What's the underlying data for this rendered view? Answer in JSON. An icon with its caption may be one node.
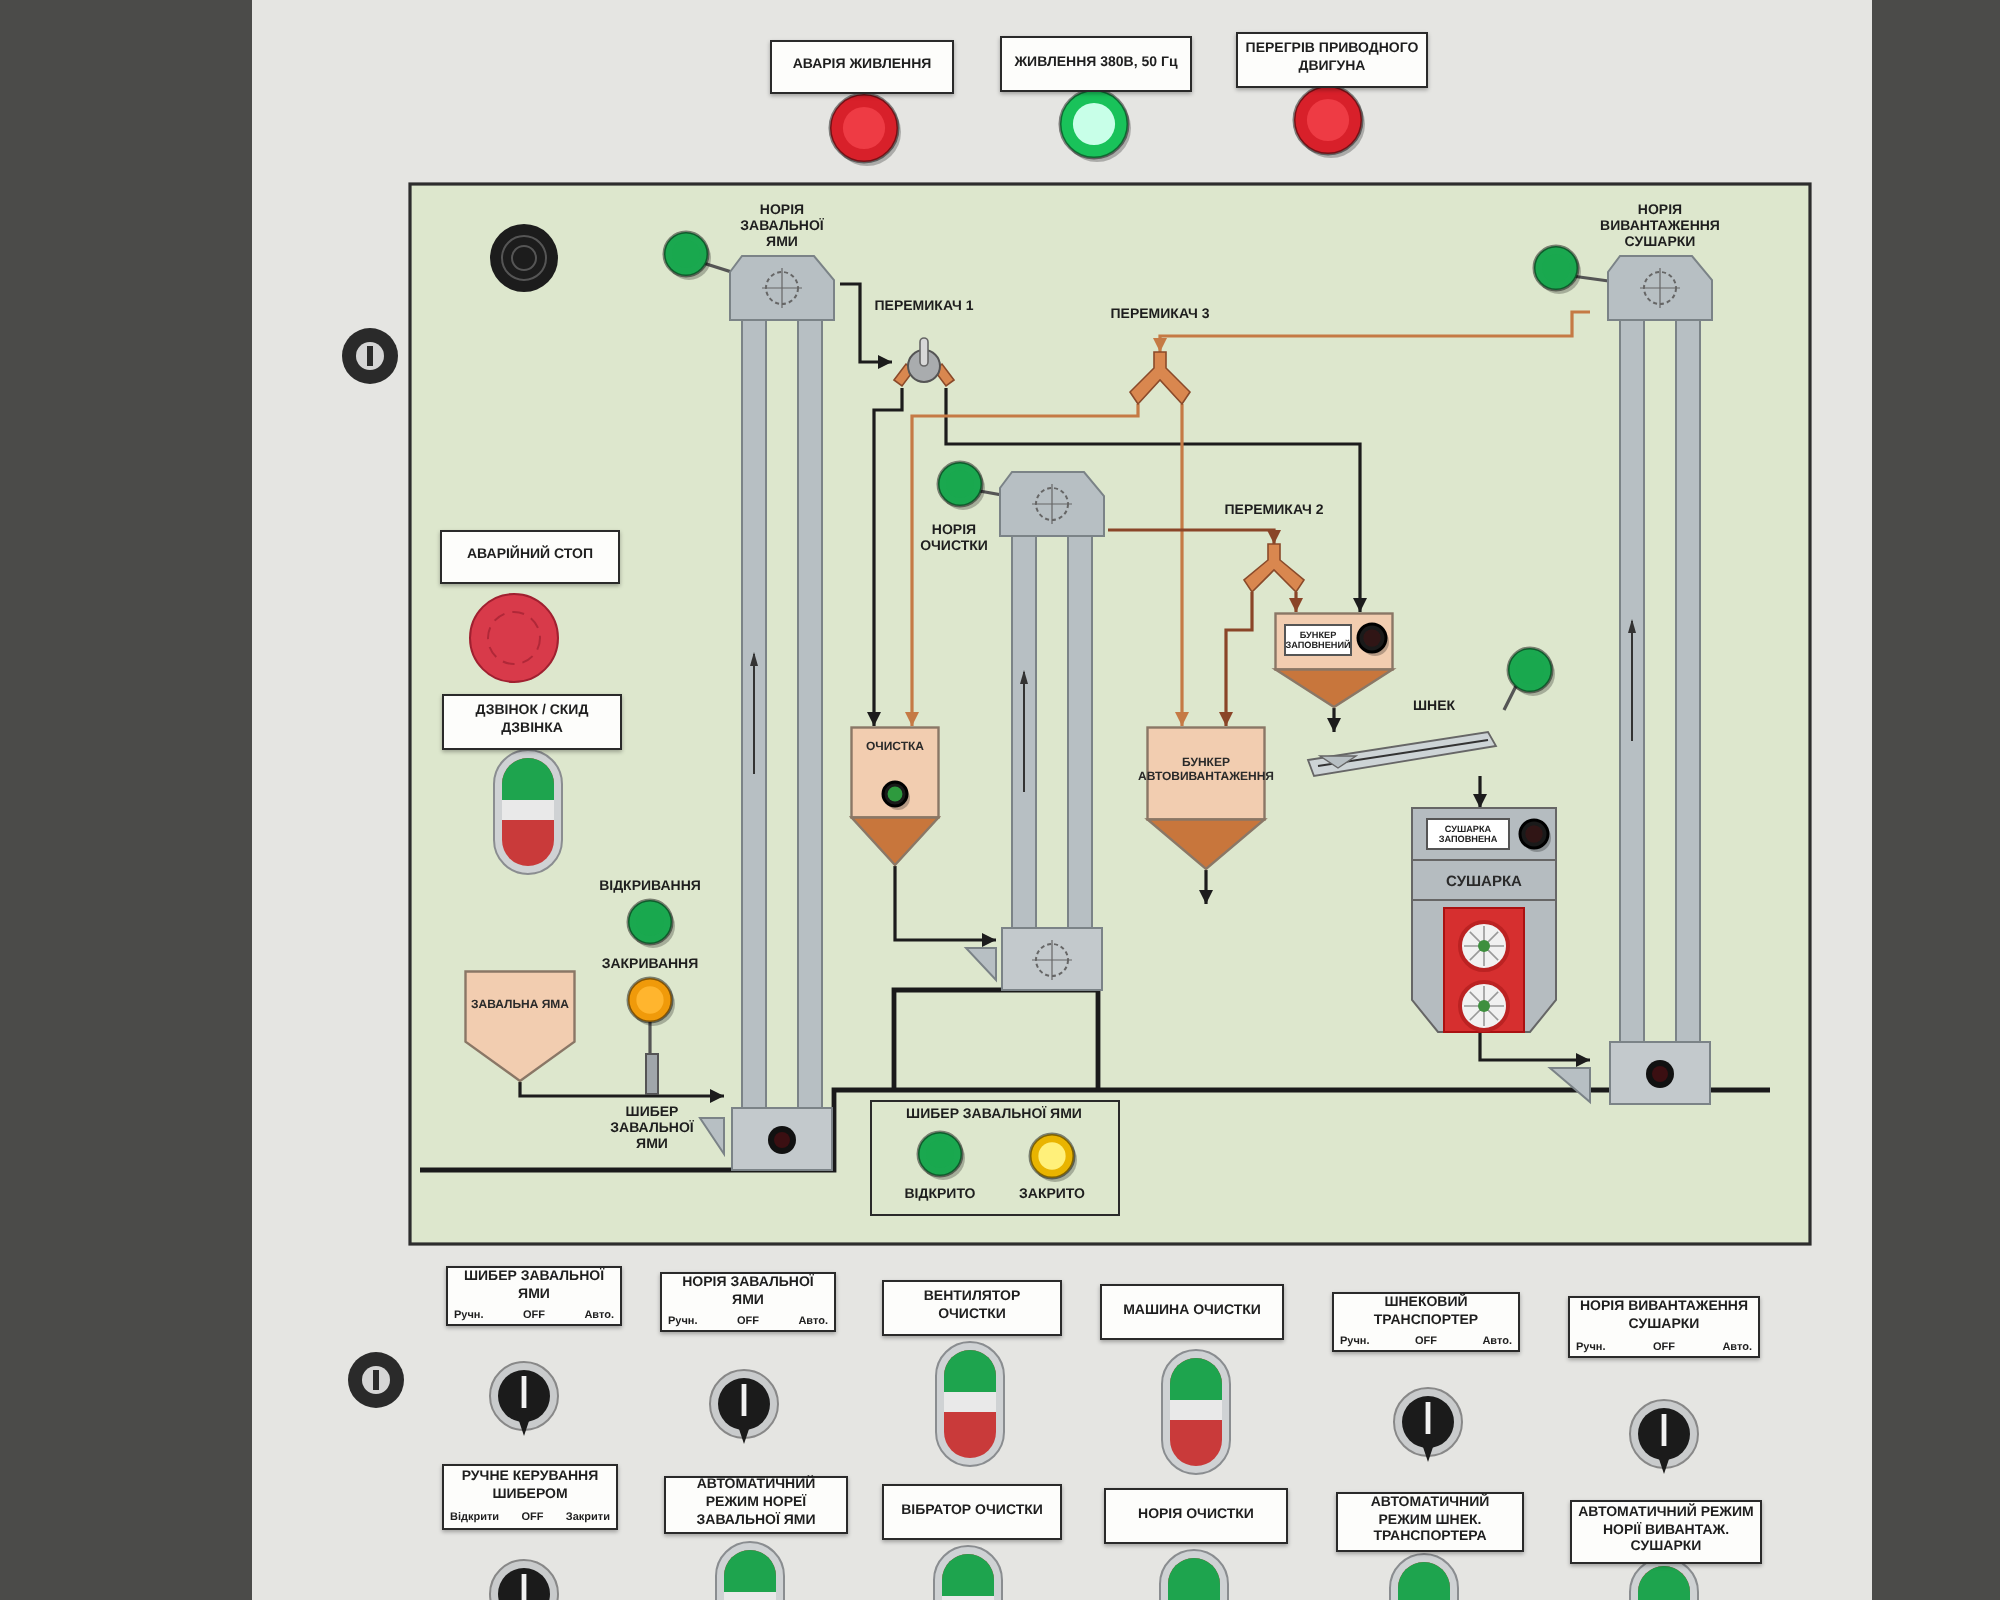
{
  "diagram": {
    "nodes": [
      {
        "text": [
          "АВАРІЯ ЖИВЛЕННЯ"
        ]
      },
      {
        "text": [
          "ЖИВЛЕННЯ 380В, 50 Гц"
        ]
      },
      {
        "text": [
          "ПЕРЕГРІВ ПРИВОДНОГО ДВИГУНА"
        ]
      },
      {
        "text": [
          "НОРІЯ ЗАВАЛЬНОЇ ЯМИ"
        ]
      },
      {
        "text": [
          "НОРІЯ ВИВАНТАЖЕННЯ СУШАРКИ"
        ]
      },
      {
        "text": [
          "ПЕРЕМИКАЧ 1"
        ]
      },
      {
        "text": [
          "ПЕРЕМИКАЧ 3"
        ]
      },
      {
        "text": [
          "НОРІЯ ОЧИСТКИ"
        ]
      },
      {
        "text": [
          "ПЕРЕМИКАЧ 2"
        ]
      },
      {
        "text": [
          "АВАРІЙНИЙ СТОП"
        ]
      },
      {
        "text": [
          "БУНКЕР ЗАПОВНЕНИЙ"
        ]
      },
      {
        "text": [
          "ДЗВІНОК / СКИД ДЗВІНКА"
        ]
      },
      {
        "text": [
          "ШНЕК"
        ]
      },
      {
        "text": [
          "ОЧИСТКА"
        ]
      },
      {
        "text": [
          "БУНКЕР АВТОВИВАНТАЖЕННЯ"
        ]
      },
      {
        "text": [
          "СУШАРКА ЗАПОВНЕНА",
          "СУШАРКА"
        ]
      },
      {
        "text": [
          "ЗАВАЛЬНА ЯМА"
        ]
      },
      {
        "text": [
          "ШИБЕР ЗАВАЛЬНОЇ ЯМИ"
        ]
      },
      {
        "text": [
          "ШИБЕР ЗАВАЛЬНОЇ ЯМИ",
          "ВІДКРИТО",
          "ЗАКРИТО"
        ]
      },
      {
        "text": [
          "ШИБЕР ЗАВАЛЬНОЇ ЯМИ",
          "Ручн.",
          "OFF",
          "Авто."
        ]
      },
      {
        "text": [
          "НОРІЯ ЗАВАЛЬНОЇ ЯМИ",
          "Ручн.",
          "OFF",
          "Авто."
        ]
      },
      {
        "text": [
          "ВЕНТИЛЯТОР ОЧИСТКИ"
        ]
      },
      {
        "text": [
          "МАШИНА ОЧИСТКИ"
        ]
      },
      {
        "text": [
          "ШНЕКОВИЙ ТРАНСПОРТЕР",
          "Ручн.",
          "OFF",
          "Авто."
        ]
      },
      {
        "text": [
          "НОРІЯ ВИВАНТАЖЕННЯ СУШАРКИ",
          "Ручн.",
          "OFF",
          "Авто."
        ]
      },
      {
        "text": [
          "РУЧНЕ КЕРУВАННЯ ШИБЕРОМ",
          "Відкрити",
          "OFF",
          "Закрити"
        ]
      },
      {
        "text": [
          "АВТОМАТИЧНИЙ РЕЖИМ НОРЕЇ ЗАВАЛЬНОЇ ЯМИ"
        ]
      },
      {
        "text": [
          "ВІБРАТОР ОЧИСТКИ"
        ]
      },
      {
        "text": [
          "НОРІЯ ОЧИСТКИ"
        ]
      },
      {
        "text": [
          "АВТОМАТИЧНИЙ РЕЖИМ ШНЕК. ТРАНСПОРТЕРА"
        ]
      },
      {
        "text": [
          "АВТОМАТИЧНИЙ РЕЖИМ НОРІЇ ВИВАНТАЖ. СУШАРКИ"
        ]
      }
    ],
    "edges": [
      {
        "from": 3,
        "to": 5,
        "arrow": "to"
      },
      {
        "from": 5,
        "to": 13,
        "arrow": "to"
      },
      {
        "from": 5,
        "to": 10,
        "arrow": "to"
      },
      {
        "from": 4,
        "to": 6,
        "arrow": "to",
        "color": "#c57a45"
      },
      {
        "from": 6,
        "to": 13,
        "arrow": "to",
        "color": "#c57a45"
      },
      {
        "from": 6,
        "to": 14,
        "arrow": "to",
        "color": "#c57a45"
      },
      {
        "from": 7,
        "to": 8,
        "arrow": "to",
        "color": "#8a4528"
      },
      {
        "from": 8,
        "to": 14,
        "arrow": "to",
        "color": "#8a4528"
      },
      {
        "from": 8,
        "to": 10,
        "arrow": "to",
        "color": "#8a4528"
      },
      {
        "from": 13,
        "to": 7,
        "arrow": "to"
      },
      {
        "from": 14,
        "to": null,
        "arrow": "to"
      },
      {
        "from": 10,
        "to": 12,
        "arrow": "to"
      },
      {
        "from": 12,
        "to": 15,
        "arrow": "to"
      },
      {
        "from": 15,
        "to": 4,
        "arrow": "to"
      },
      {
        "from": 16,
        "to": 3,
        "arrow": "to"
      }
    ],
    "labels": [
      "ВІДКРИВАННЯ",
      "ЗАКРИВАННЯ"
    ]
  }
}
